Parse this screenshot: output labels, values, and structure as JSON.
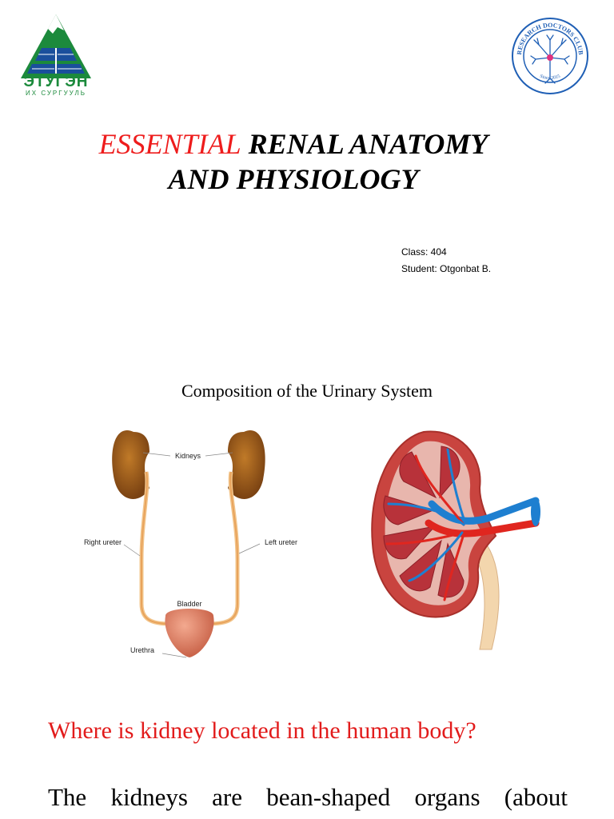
{
  "logos": {
    "left": {
      "name": "ЭТУГЭН",
      "sub": "ИХ СУРГУУЛЬ",
      "green": "#1c8a3c",
      "blue": "#1a4f9c"
    },
    "right": {
      "ring_text_top": "RESEARCH DOCTORS CLUB",
      "ring_text_bottom": "Since 2015",
      "blue": "#1f5fb5",
      "dot": "#e0307e"
    }
  },
  "title": {
    "highlight": "ESSENTIAL",
    "rest_line1": " RENAL ANATOMY",
    "line2": "AND PHYSIOLOGY",
    "highlight_color": "#ee1c1c"
  },
  "student": {
    "class_line": "Class: 404",
    "student_line": "Student: Otgonbat B."
  },
  "composition_title": "Composition of the Urinary System",
  "diagram_labels": {
    "kidneys": "Kidneys",
    "right_ureter": "Right ureter",
    "left_ureter": "Left ureter",
    "bladder": "Bladder",
    "urethra": "Urethra"
  },
  "question": "Where is kidney located in the human body?",
  "body_text": "The kidneys are bean-shaped organs (about"
}
